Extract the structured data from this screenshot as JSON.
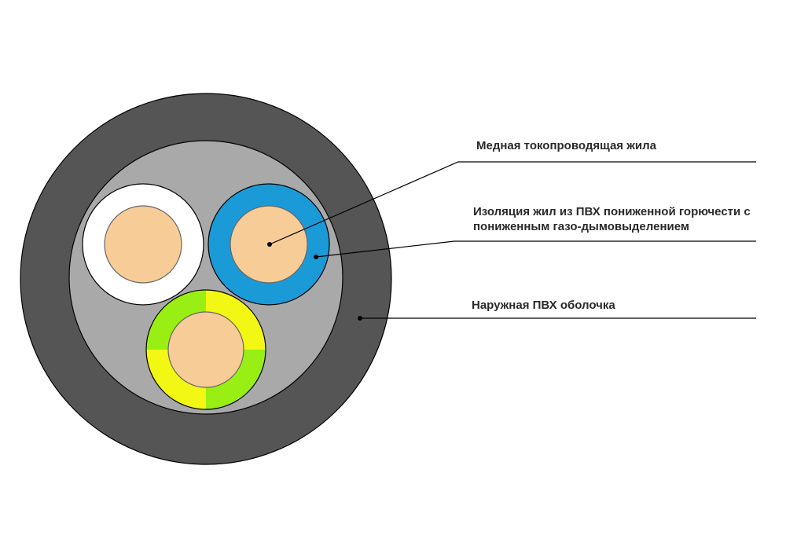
{
  "labels": {
    "copper_core": "Медная токопроводящая жила",
    "insulation_line1": "Изоляция жил из ПВХ пониженной горючести с",
    "insulation_line2": "пониженным газо-дымовыделением",
    "outer_sheath": "Наружная ПВХ оболочка"
  },
  "colors": {
    "outer_sheath": "#555555",
    "filler": "#a9a9a9",
    "copper": "#f7cc96",
    "insulation_white": "#ffffff",
    "insulation_blue": "#1b9ad8",
    "insulation_yellow": "#f2f713",
    "insulation_green": "#99ef13",
    "leader_line": "#000000"
  }
}
